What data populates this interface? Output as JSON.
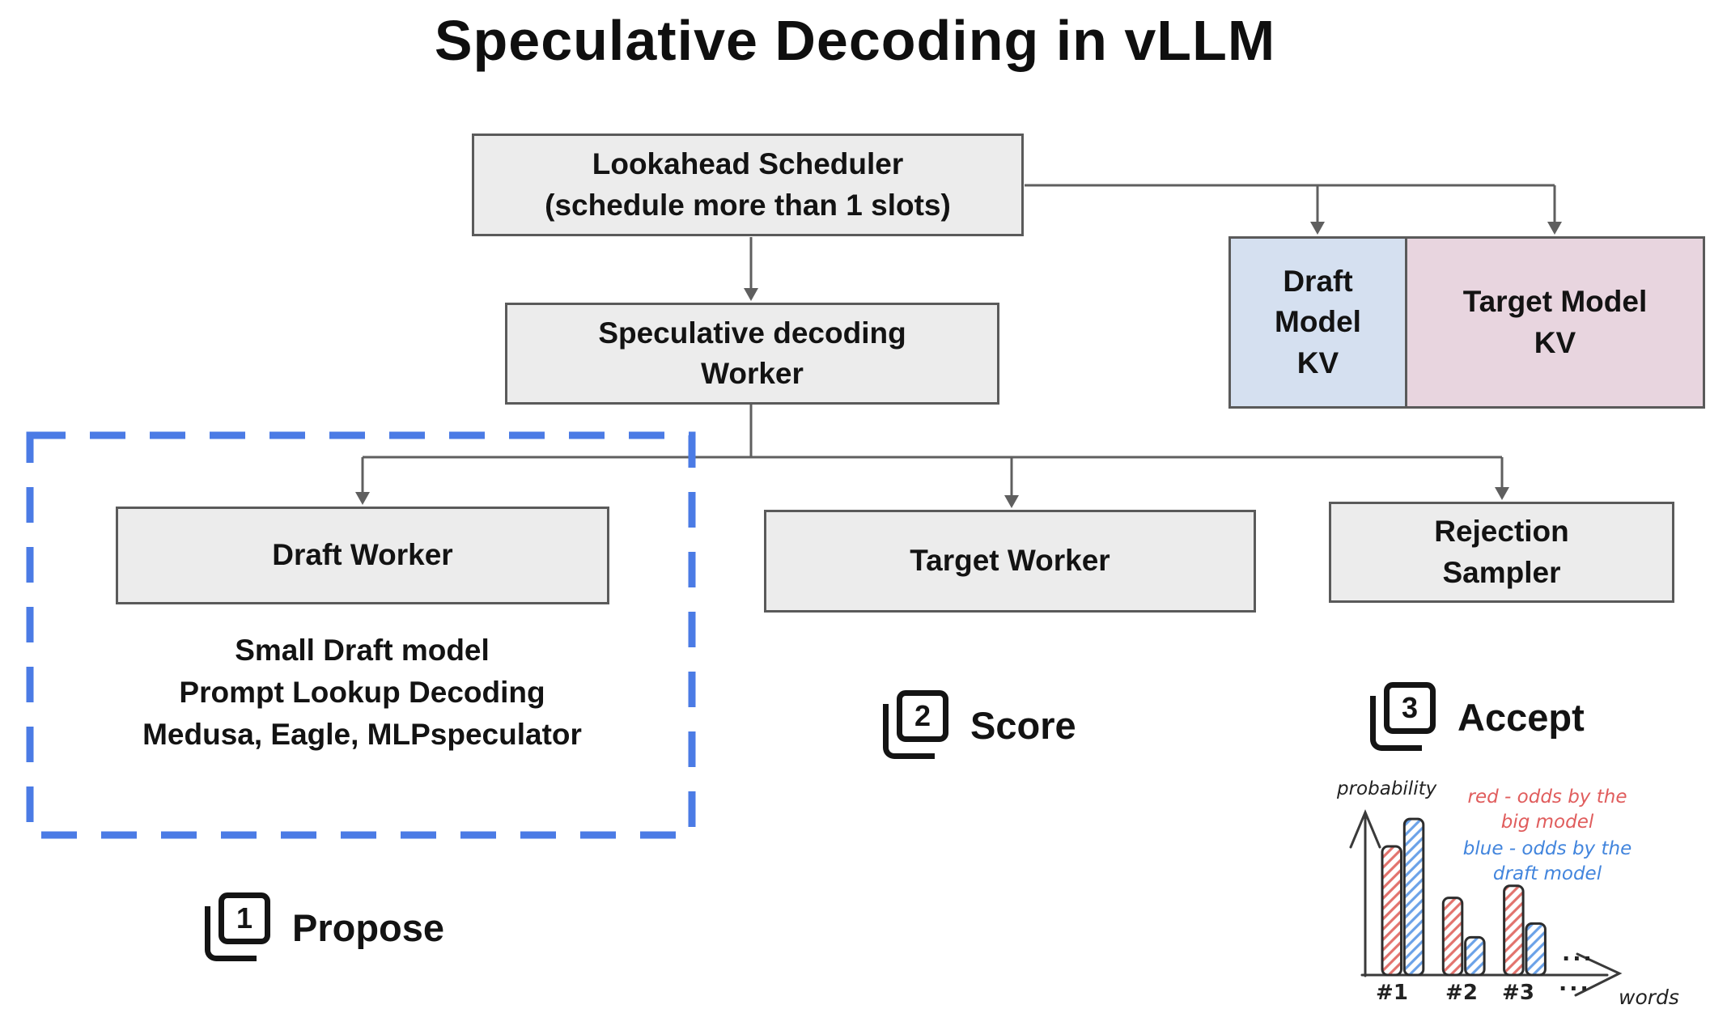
{
  "title": "Speculative Decoding in vLLM",
  "nodes": {
    "scheduler": {
      "line1": "Lookahead Scheduler",
      "line2": "(schedule more than 1 slots)"
    },
    "spec_worker": {
      "line1": "Speculative decoding",
      "line2": "Worker"
    },
    "draft_kv": {
      "line1": "Draft",
      "line2": "Model",
      "line3": "KV"
    },
    "target_kv": {
      "line1": "Target Model",
      "line2": "KV"
    },
    "draft_worker": {
      "label": "Draft Worker"
    },
    "target_worker": {
      "label": "Target Worker"
    },
    "rejection_sampler": {
      "line1": "Rejection",
      "line2": "Sampler"
    }
  },
  "draft_methods": {
    "line1": "Small Draft model",
    "line2": "Prompt Lookup Decoding",
    "line3": "Medusa, Eagle, MLPspeculator"
  },
  "steps": {
    "propose": {
      "number": "1",
      "label": "Propose"
    },
    "score": {
      "number": "2",
      "label": "Score"
    },
    "accept": {
      "number": "3",
      "label": "Accept"
    }
  },
  "colors": {
    "node_fill": "#ececec",
    "node_border": "#5a5a5a",
    "draft_kv_fill": "#d5e0f0",
    "target_kv_fill": "#e8d5df",
    "dashed_outline": "#4b7be5",
    "connector": "#5f5f5f",
    "legend_red": "#e05d5d",
    "legend_blue": "#4285dd",
    "bar_red_hatch": "#e2736d",
    "bar_blue_hatch": "#6ba2e8",
    "text": "#131313"
  },
  "chart_data": {
    "type": "bar",
    "title": "",
    "ylabel": "probability",
    "xlabel": "words",
    "categories": [
      "#1",
      "#2",
      "#3"
    ],
    "series": [
      {
        "id": "red",
        "name": "red - odds by the big model",
        "color": "#e05d5d",
        "values": [
          0.75,
          0.45,
          0.52
        ]
      },
      {
        "id": "blue",
        "name": "blue - odds by the draft model",
        "color": "#4285dd",
        "values": [
          0.91,
          0.22,
          0.3
        ]
      }
    ],
    "ylim": [
      0,
      1
    ],
    "grid": false,
    "legend_position": "top-right",
    "legend": {
      "red_line1": "red - odds by the",
      "red_line2": "big model",
      "blue_line1": "blue - odds by the",
      "blue_line2": "draft model"
    },
    "ellipsis": "..."
  }
}
